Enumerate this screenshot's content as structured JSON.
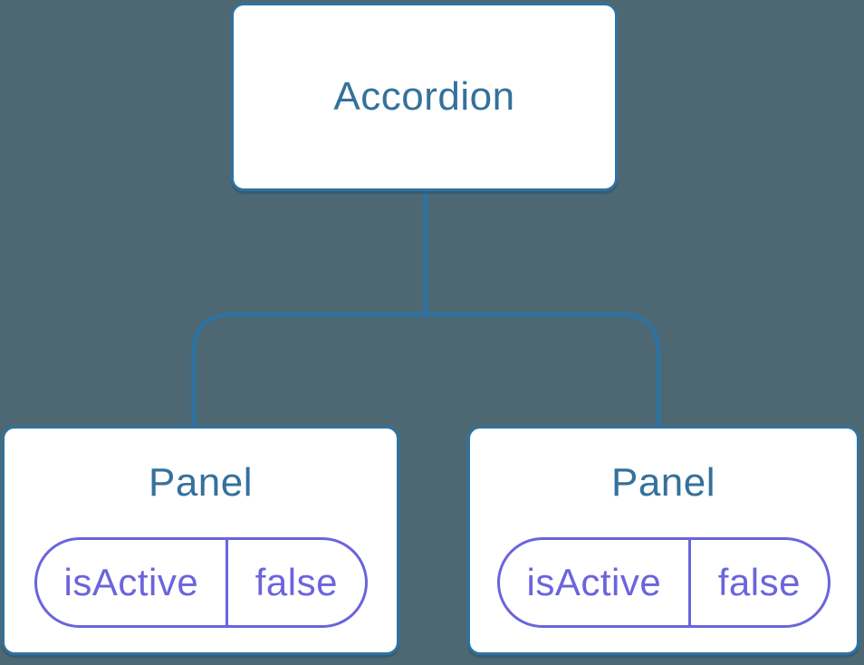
{
  "colors": {
    "background": "#4d6872",
    "line": "#2f72a1",
    "node-title": "#35719b",
    "state": "#6b64dd",
    "card-background": "#ffffff"
  },
  "tree": {
    "root": {
      "label": "Accordion"
    },
    "children": [
      {
        "label": "Panel",
        "state": {
          "name": "isActive",
          "value": "false"
        }
      },
      {
        "label": "Panel",
        "state": {
          "name": "isActive",
          "value": "false"
        }
      }
    ]
  }
}
